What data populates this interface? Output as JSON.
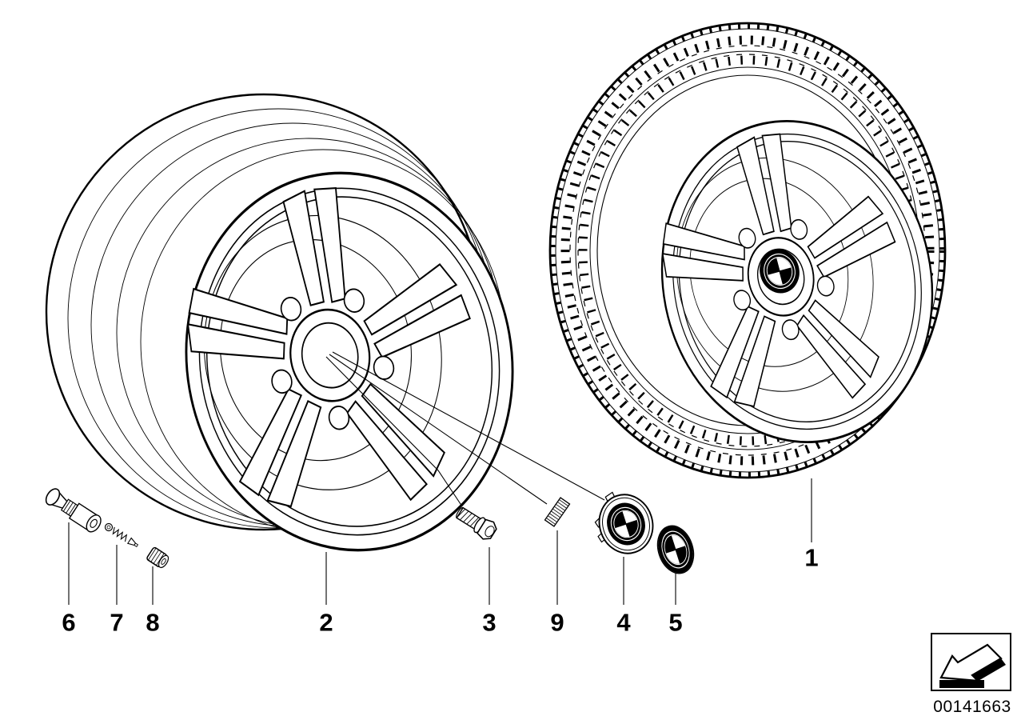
{
  "colors": {
    "ink": "#000000",
    "paper": "#ffffff"
  },
  "callouts": {
    "c1": "1",
    "c2": "2",
    "c3": "3",
    "c4": "4",
    "c5": "5",
    "c6": "6",
    "c7": "7",
    "c8": "8",
    "c9": "9"
  },
  "stamp": {
    "document_number": "00141663",
    "icon": "oblique-arrow-icon"
  }
}
